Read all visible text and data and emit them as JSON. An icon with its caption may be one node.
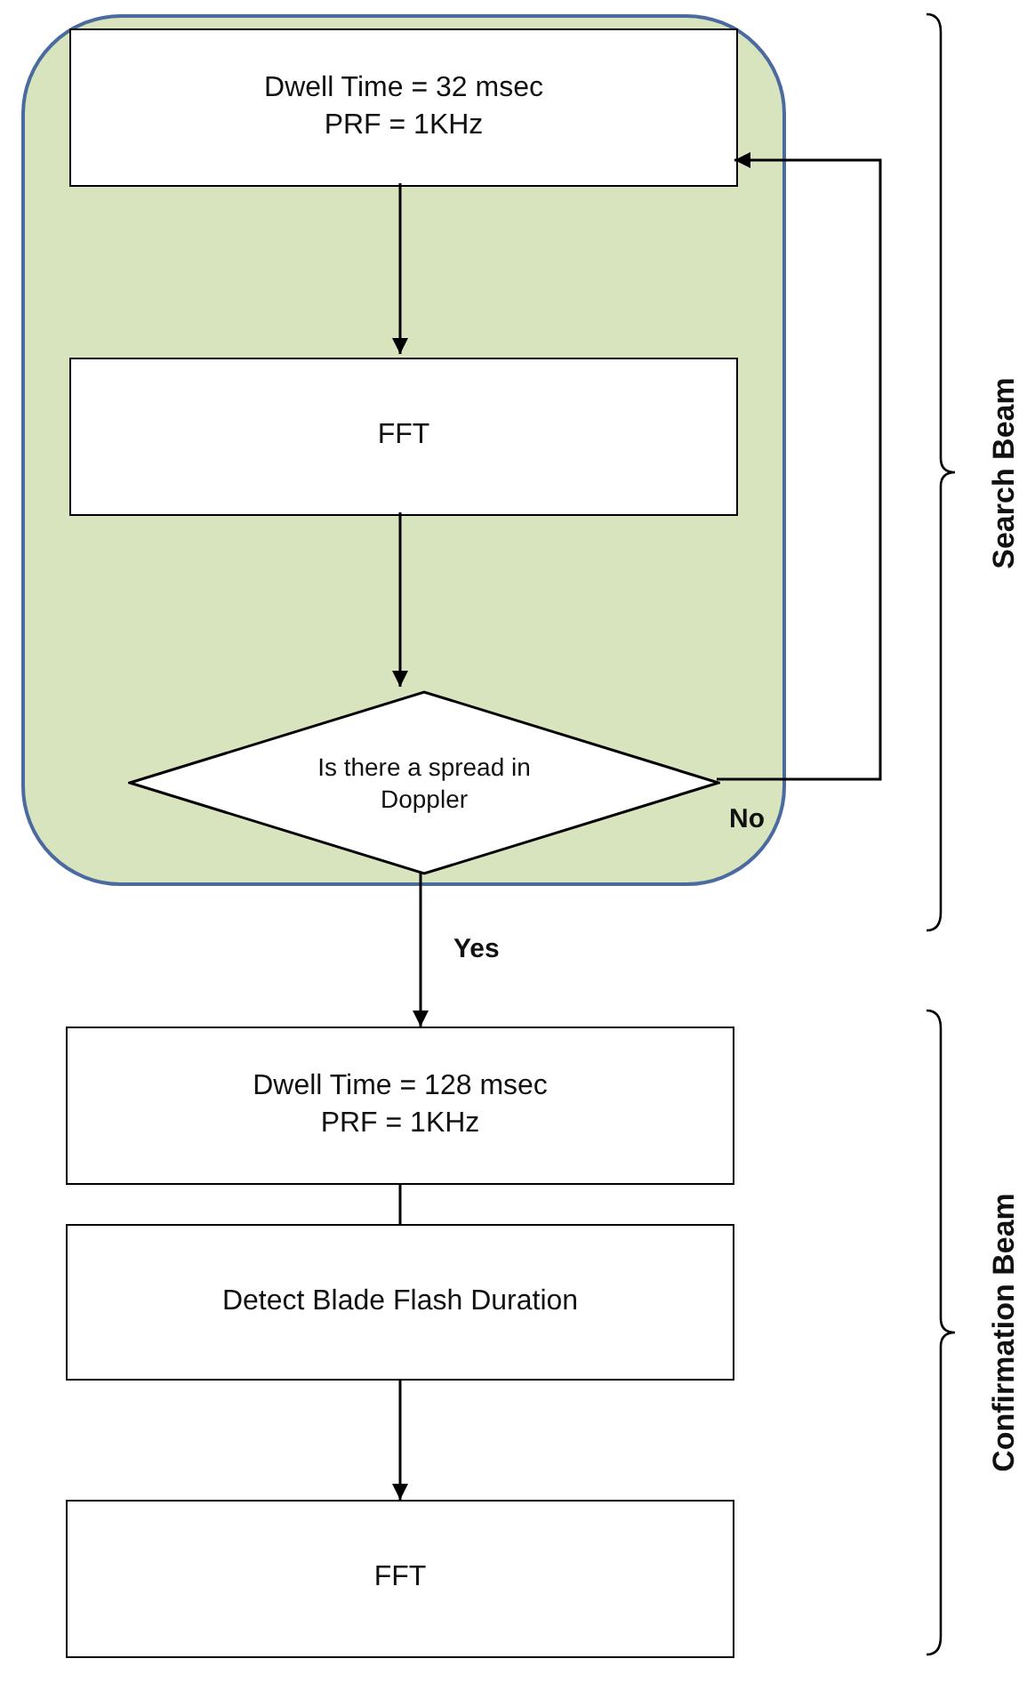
{
  "diagram": {
    "nodes": [
      {
        "text": [],
        "shape": "box"
      },
      {
        "text": [
          "Dwell Time = 32 msec",
          "PRF = 1KHz"
        ],
        "in": 0
      },
      {
        "text": [
          "FFT"
        ],
        "in": 0
      },
      {
        "text": [
          "Is there a spread in Doppler"
        ],
        "in": 0
      },
      {
        "text": [
          "Dwell Time = 128 msec",
          "PRF = 1KHz"
        ]
      },
      {
        "text": [
          "Detect Blade Flash Duration"
        ]
      },
      {
        "text": [
          "FFT"
        ]
      }
    ],
    "edges": [
      {
        "from": 1,
        "to": 2,
        "arrow": "to"
      },
      {
        "from": 2,
        "to": 3,
        "arrow": "to"
      },
      {
        "from": 3,
        "to": 1,
        "arrow": "to",
        "label": "No"
      },
      {
        "from": 3,
        "to": 4,
        "arrow": "to",
        "label": "Yes"
      },
      {
        "from": 4,
        "to": 5,
        "arrow": "none"
      },
      {
        "from": 5,
        "to": 6,
        "arrow": "to"
      }
    ],
    "labels": [
      "Search Beam",
      "Confirmation Beam"
    ]
  }
}
